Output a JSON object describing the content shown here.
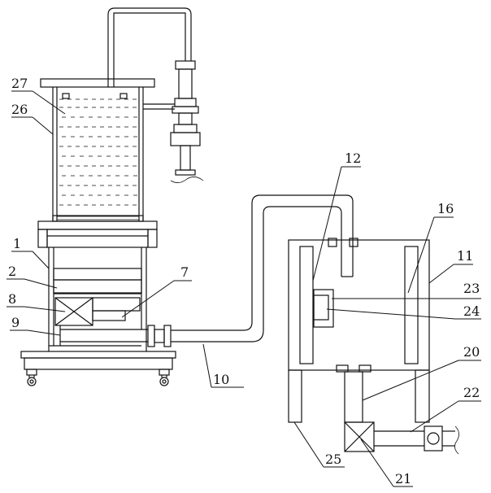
{
  "labels": {
    "l1": "1",
    "l2": "2",
    "l7": "7",
    "l8": "8",
    "l9": "9",
    "l10": "10",
    "l11": "11",
    "l12": "12",
    "l16": "16",
    "l20": "20",
    "l21": "21",
    "l22": "22",
    "l23": "23",
    "l24": "24",
    "l25": "25",
    "l26": "26",
    "l27": "27"
  },
  "colors": {
    "line": "#111111",
    "background": "#ffffff"
  }
}
